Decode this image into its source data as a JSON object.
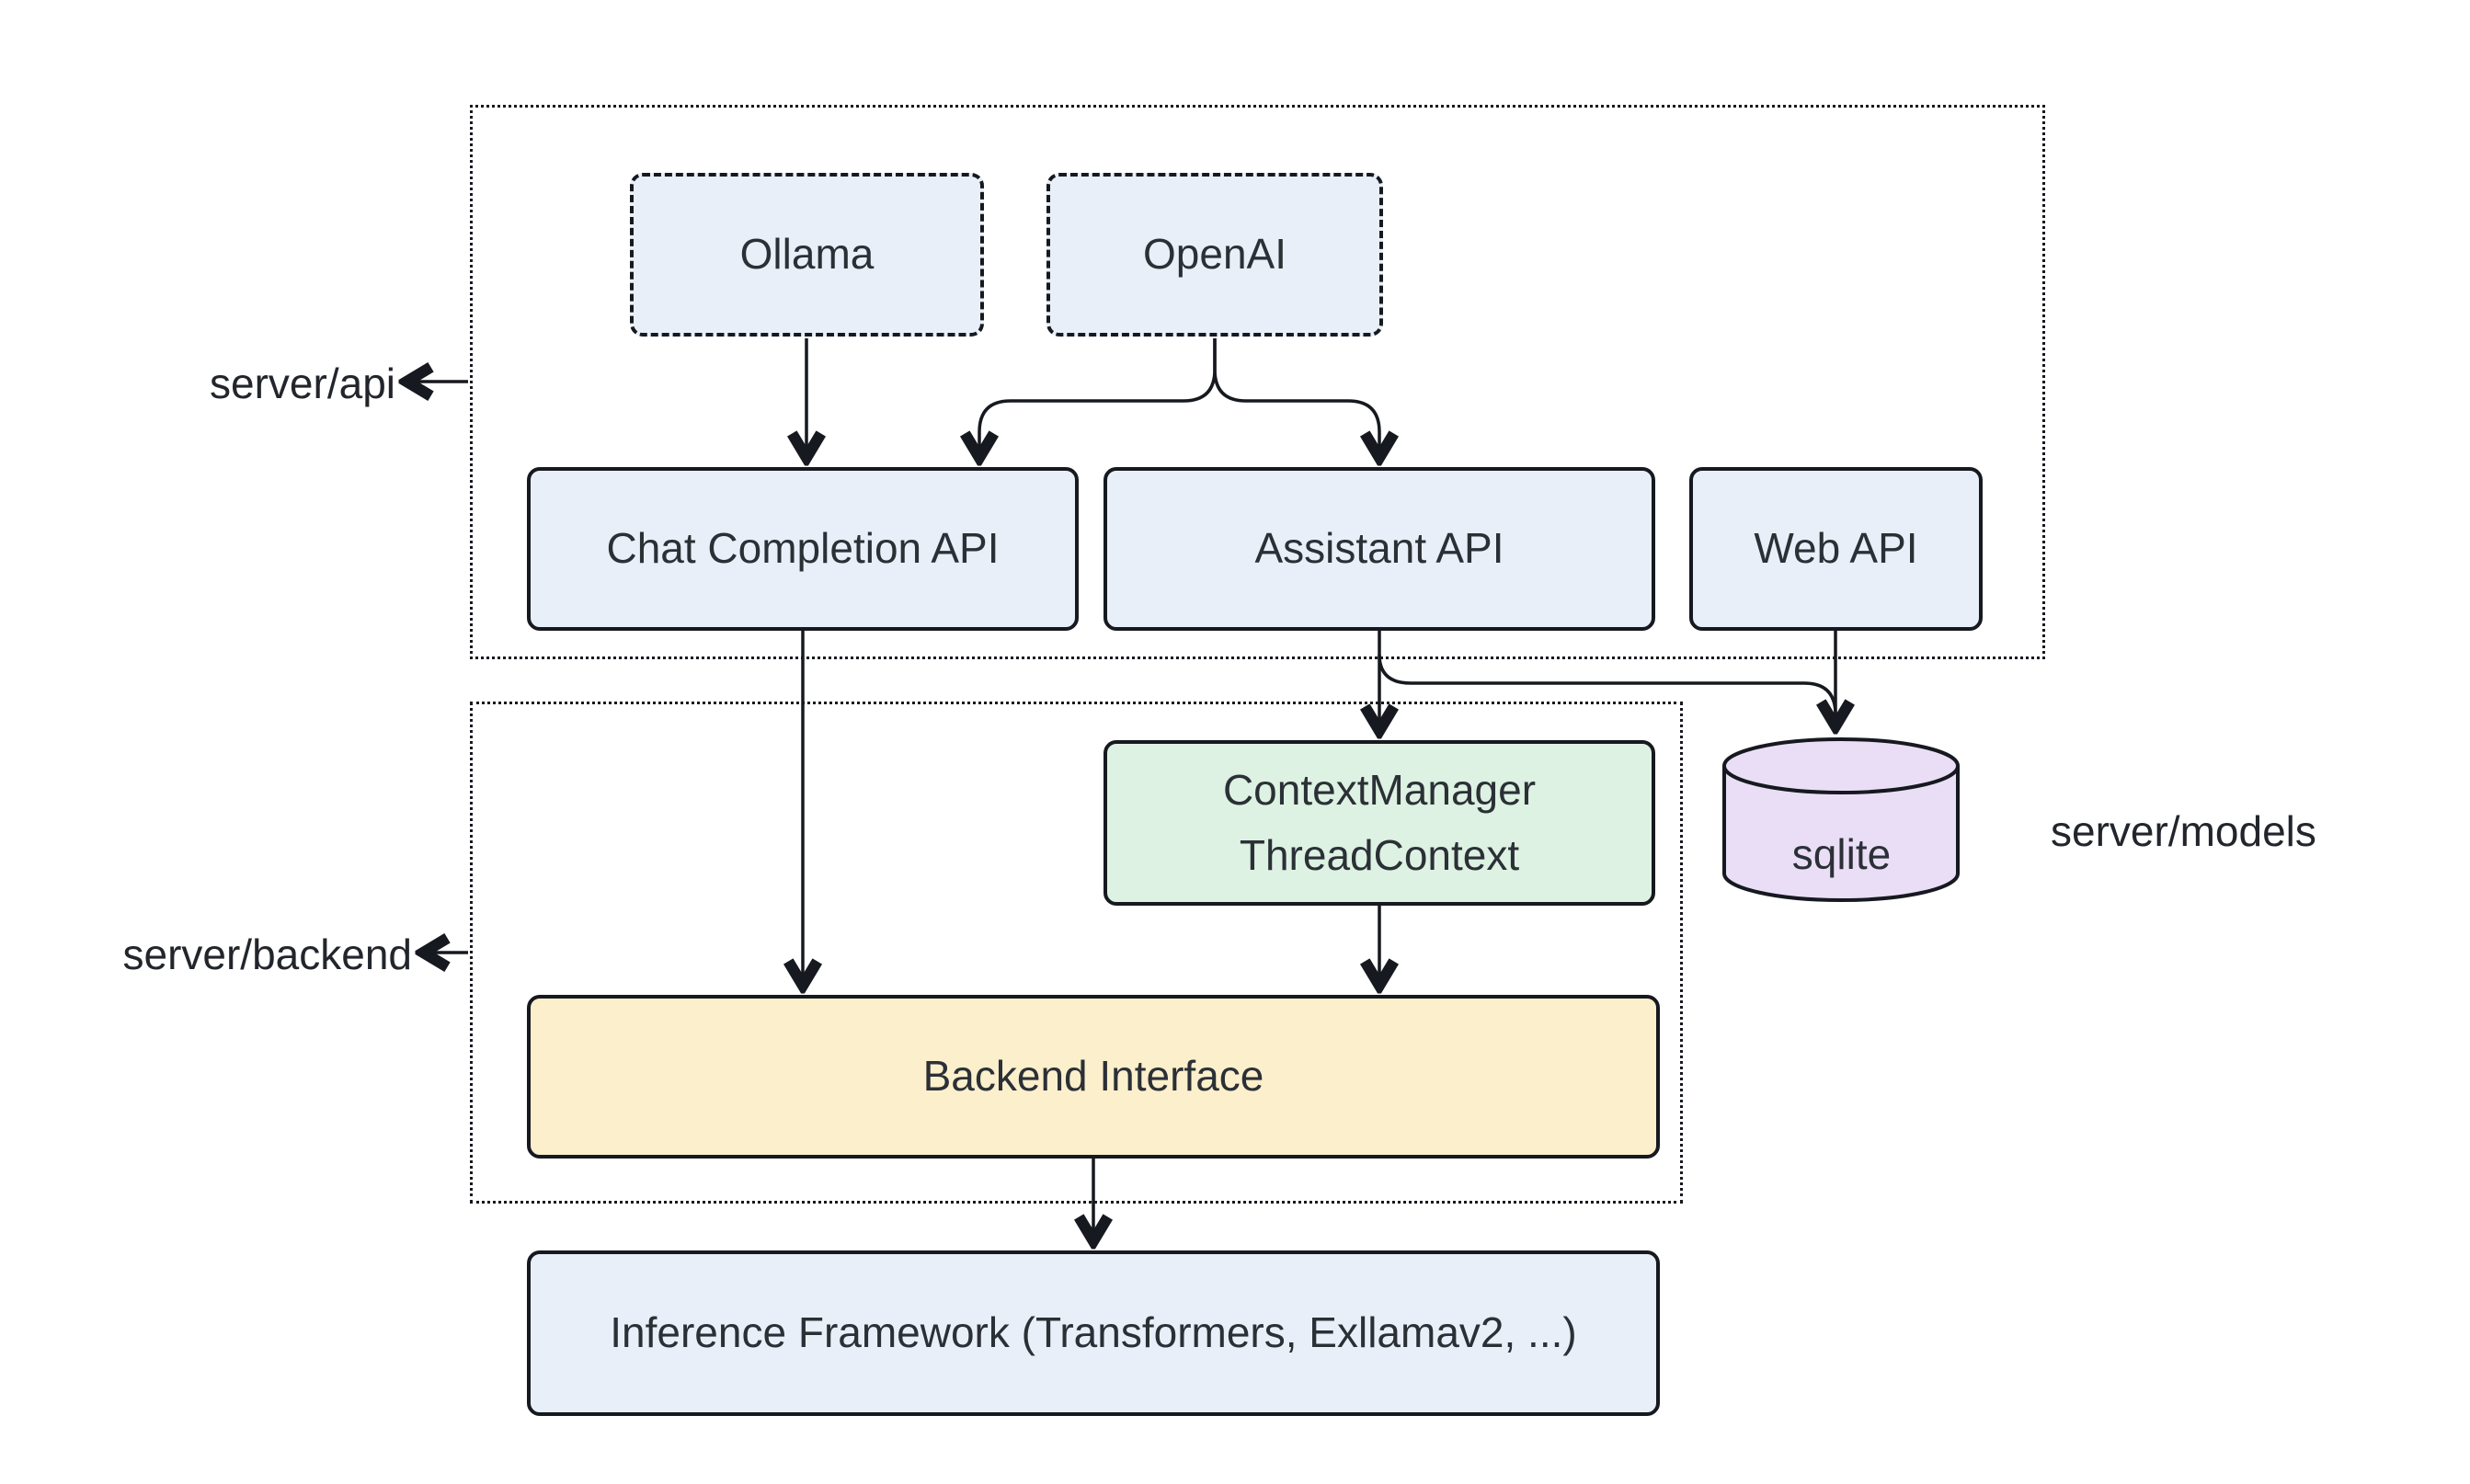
{
  "colors": {
    "blue": "#E9EFF8",
    "green": "#DDF2E2",
    "yellow": "#FCEFCC",
    "purple": "#EADEF7",
    "stroke": "#16191f",
    "text": "#2b3036"
  },
  "containers": {
    "api": {
      "label": "server/api"
    },
    "backend": {
      "label": "server/backend"
    }
  },
  "labels": {
    "models": "server/models"
  },
  "nodes": {
    "ollama": {
      "label": "Ollama"
    },
    "openai": {
      "label": "OpenAI"
    },
    "chat_completion_api": {
      "label": "Chat Completion API"
    },
    "assistant_api": {
      "label": "Assistant API"
    },
    "web_api": {
      "label": "Web API"
    },
    "context_manager": {
      "label": "ContextManager\nThreadContext"
    },
    "sqlite": {
      "label": "sqlite"
    },
    "backend_interface": {
      "label": "Backend Interface"
    },
    "inference_framework": {
      "label": "Inference Framework (Transformers, Exllamav2, ...)"
    }
  },
  "edges": [
    {
      "from": "ollama",
      "to": "chat_completion_api"
    },
    {
      "from": "openai",
      "to": "chat_completion_api"
    },
    {
      "from": "openai",
      "to": "assistant_api"
    },
    {
      "from": "chat_completion_api",
      "to": "backend_interface"
    },
    {
      "from": "assistant_api",
      "to": "context_manager"
    },
    {
      "from": "assistant_api",
      "to": "sqlite"
    },
    {
      "from": "web_api",
      "to": "sqlite"
    },
    {
      "from": "context_manager",
      "to": "backend_interface"
    },
    {
      "from": "backend_interface",
      "to": "inference_framework"
    }
  ]
}
